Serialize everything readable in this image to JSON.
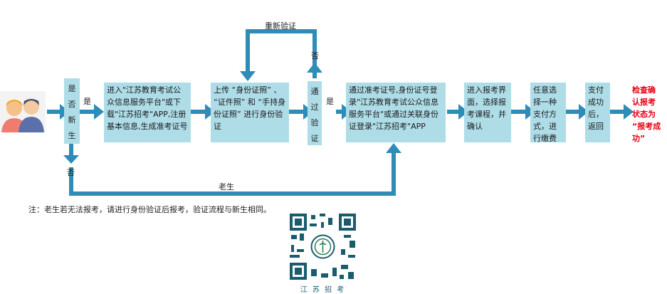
{
  "people_icon": "people-icon",
  "colors": {
    "box_fill": "#aedde8",
    "arrow": "#2d8db7",
    "highlight": "#e60012"
  },
  "decision_new": "是\n否\n新\n生",
  "label_yes_1": "是",
  "label_no_1": "否",
  "step_register": "进入\"江苏教育考试公众信息服务平台\"或下载\"江苏招考\"APP,注册基本信息,生成准考证号",
  "step_upload": "上传 “身份证照” 、 “证件照” 和 “手持身份证照” 进行身份验证",
  "label_reverify": "重新验证",
  "label_no_2": "否",
  "decision_verify": "通\n过\n验\n证",
  "label_yes_2": "是",
  "step_login": "通过准考证号,身份证号登录\"江苏教育考试公众信息服务平台\"或通过关联身份证登录\"江苏招考\"APP",
  "label_old": "老生",
  "step_select": "进入报考界面，选择报考课程，并确认",
  "step_pay": "任意选择一种支付方式，进行缴费",
  "step_return": "支付成功后，返回",
  "step_check": "检查确认报考状态为 “报考成功”",
  "note": "注：老生若无法报考，请进行身份验证后报考，验证流程与新生相同。",
  "qr_caption": "江 苏 招 考"
}
